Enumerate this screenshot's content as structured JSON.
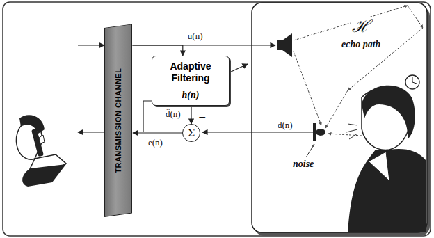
{
  "diagram": {
    "nodes": [
      {
        "text": [
          "TRANSMISSION CHANNEL"
        ]
      },
      {
        "text": [
          "Adaptive Filtering",
          "h(n)"
        ]
      },
      {
        "text": [
          "Σ"
        ]
      }
    ],
    "edges": [
      {
        "from": 0,
        "to": 1,
        "label": "u(n)",
        "arrow": "to"
      },
      {
        "from": 1,
        "to": 2,
        "label": "d̂(n)",
        "arrow": "to"
      },
      {
        "from": 2,
        "to": 0,
        "label": "e(n)",
        "arrow": "to"
      }
    ],
    "labels": [
      "−",
      "d(n)",
      "ℋ",
      "echo path",
      "noise"
    ]
  }
}
